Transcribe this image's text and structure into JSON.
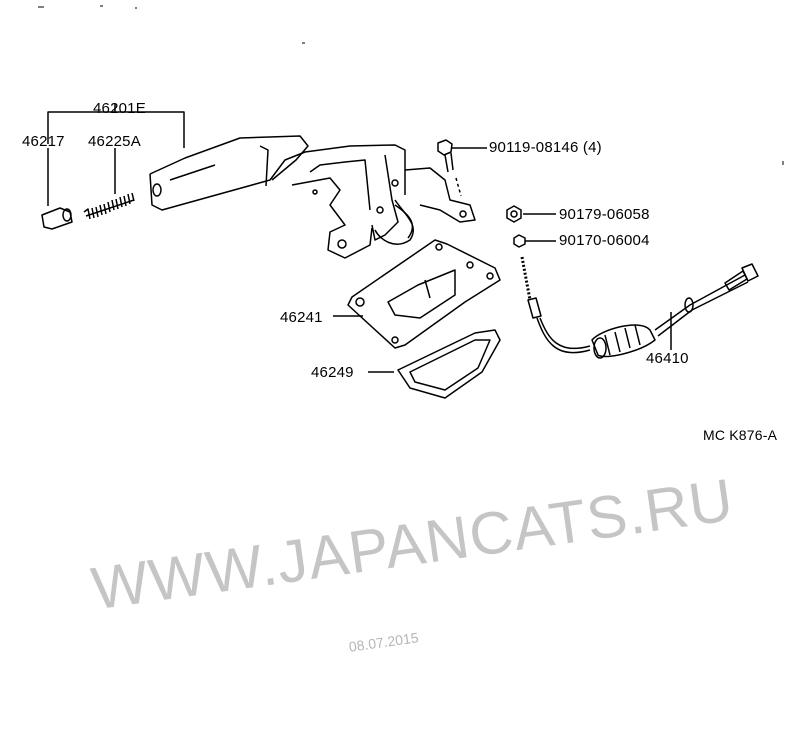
{
  "diagram": {
    "code": "MC K876-A",
    "watermark": "WWW.JAPANCATS.RU",
    "watermark_date": "08.07.2015",
    "parts": [
      {
        "number": "46201E"
      },
      {
        "number": "46217"
      },
      {
        "number": "46225A"
      },
      {
        "number": "90119-08146 (4)"
      },
      {
        "number": "90179-06058"
      },
      {
        "number": "90170-06004"
      },
      {
        "number": "46241"
      },
      {
        "number": "46249"
      },
      {
        "number": "46410"
      }
    ]
  }
}
